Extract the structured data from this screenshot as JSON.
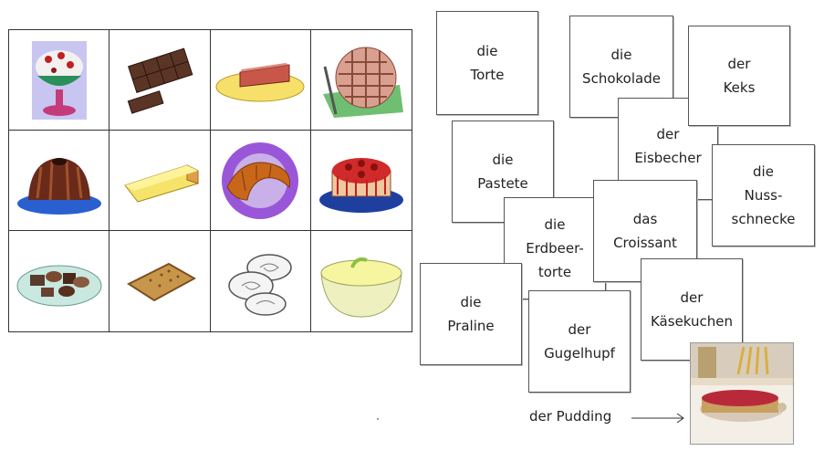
{
  "grid": {
    "items": [
      {
        "icon": "ice-cream-sundae-icon"
      },
      {
        "icon": "chocolate-bar-icon"
      },
      {
        "icon": "cake-slice-icon"
      },
      {
        "icon": "lattice-pie-icon"
      },
      {
        "icon": "bundt-cake-icon"
      },
      {
        "icon": "pie-slice-icon"
      },
      {
        "icon": "croissant-icon"
      },
      {
        "icon": "strawberry-cake-icon"
      },
      {
        "icon": "pralines-plate-icon"
      },
      {
        "icon": "biscuit-icon"
      },
      {
        "icon": "cinnamon-rolls-icon"
      },
      {
        "icon": "pudding-bowl-icon"
      }
    ]
  },
  "cards": [
    {
      "article": "die",
      "lines": [
        "Torte"
      ]
    },
    {
      "article": "die",
      "lines": [
        "Schokolade"
      ]
    },
    {
      "article": "der",
      "lines": [
        "Keks"
      ]
    },
    {
      "article": "der",
      "lines": [
        "Eisbecher"
      ]
    },
    {
      "article": "die",
      "lines": [
        "Pastete"
      ]
    },
    {
      "article": "die",
      "lines": [
        "Nuss-",
        "schnecke"
      ]
    },
    {
      "article": "die",
      "lines": [
        "Erdbeer-",
        "torte"
      ]
    },
    {
      "article": "das",
      "lines": [
        "Croissant"
      ]
    },
    {
      "article": "der",
      "lines": [
        "Käsekuchen"
      ]
    },
    {
      "article": "die",
      "lines": [
        "Praline"
      ]
    },
    {
      "article": "der",
      "lines": [
        "Gugelhupf"
      ]
    }
  ],
  "caption": "der Pudding",
  "photo": {
    "icon": "pudding-cake-photo-icon"
  }
}
